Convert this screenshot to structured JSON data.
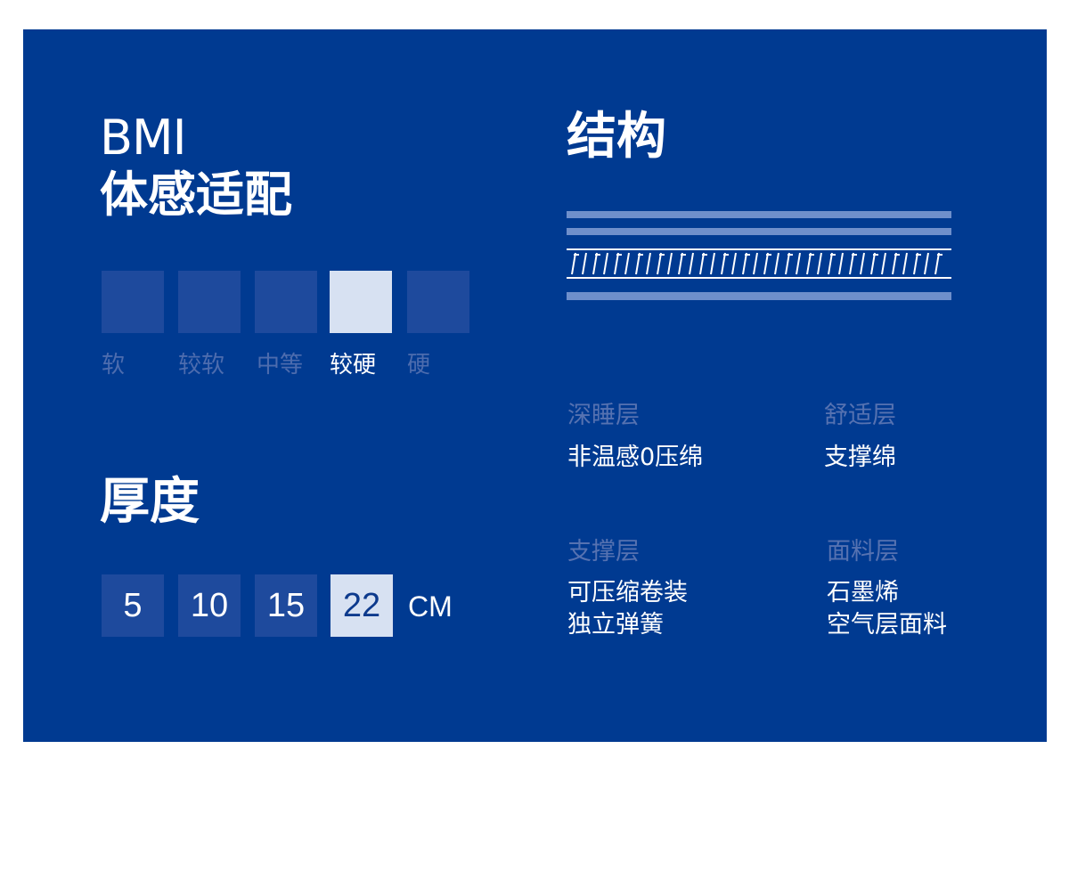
{
  "bmi": {
    "title_line1": "BMI",
    "title_line2": "体感适配",
    "levels": [
      {
        "label": "软",
        "active": false
      },
      {
        "label": "较软",
        "active": false
      },
      {
        "label": "中等",
        "active": false
      },
      {
        "label": "较硬",
        "active": true
      },
      {
        "label": "硬",
        "active": false
      }
    ]
  },
  "thickness": {
    "title": "厚度",
    "options": [
      {
        "value": "5",
        "active": false
      },
      {
        "value": "10",
        "active": false
      },
      {
        "value": "15",
        "active": false
      },
      {
        "value": "22",
        "active": true
      }
    ],
    "unit": "CM"
  },
  "structure": {
    "title": "结构",
    "layers": [
      {
        "name": "深睡层",
        "material": [
          "非温感0压绵"
        ]
      },
      {
        "name": "舒适层",
        "material": [
          "支撑绵"
        ]
      },
      {
        "name": "支撑层",
        "material": [
          "可压缩卷装",
          "独立弹簧"
        ]
      },
      {
        "name": "面料层",
        "material": [
          "石墨烯",
          "空气层面料"
        ]
      }
    ]
  },
  "colors": {
    "panel_background": "#003a91",
    "box_inactive": "#1e4a9d",
    "box_active": "#d7e1f2",
    "muted_text": "#5672b1",
    "diagram_lines": "#6f8fcb"
  }
}
